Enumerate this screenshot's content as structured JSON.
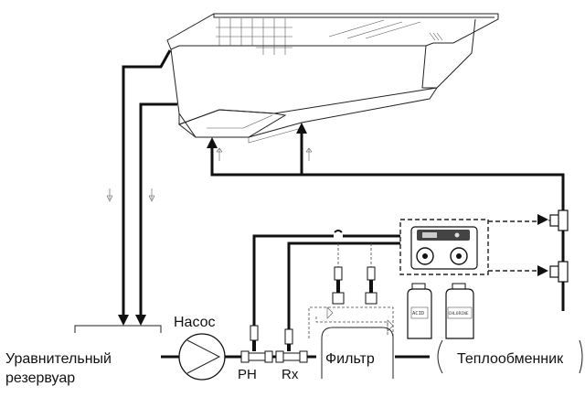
{
  "labels": {
    "balance_tank": "Уравнительный резервуар",
    "pump": "Насос",
    "ph": "PH",
    "rx": "Rx",
    "filter": "Фильтр",
    "heat_exchanger": "Теплообменник"
  },
  "canisters": {
    "acid": "ACID",
    "chlorine": "CHLORINE"
  },
  "icons": [
    "pool-basin-icon",
    "pump-icon",
    "dosing-controller-icon",
    "flow-arrow-icon",
    "chemical-canister-icon",
    "injection-valve-icon",
    "probe-icon"
  ],
  "colors": {
    "line": "#111111",
    "background": "#ffffff"
  }
}
